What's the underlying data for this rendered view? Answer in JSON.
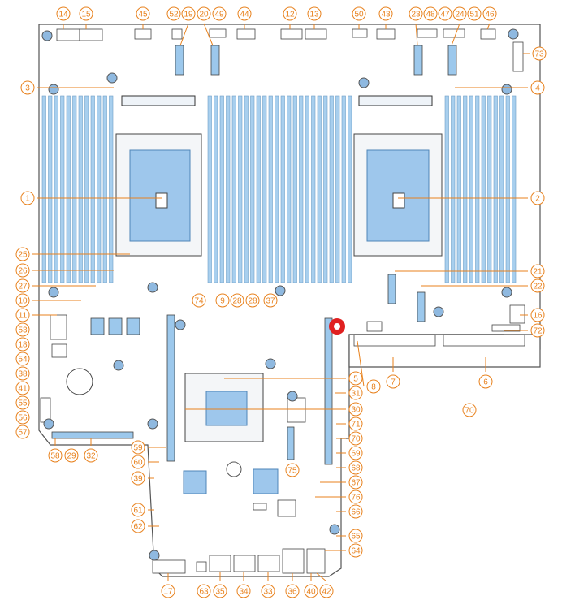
{
  "callouts": [
    {
      "id": "1",
      "label": "1"
    },
    {
      "id": "2",
      "label": "2"
    },
    {
      "id": "3",
      "label": "3"
    },
    {
      "id": "4",
      "label": "4"
    },
    {
      "id": "5",
      "label": "5"
    },
    {
      "id": "6",
      "label": "6"
    },
    {
      "id": "7",
      "label": "7"
    },
    {
      "id": "8",
      "label": "8"
    },
    {
      "id": "9",
      "label": "9"
    },
    {
      "id": "10",
      "label": "10"
    },
    {
      "id": "11",
      "label": "11"
    },
    {
      "id": "12",
      "label": "12"
    },
    {
      "id": "13",
      "label": "13"
    },
    {
      "id": "14",
      "label": "14"
    },
    {
      "id": "15",
      "label": "15"
    },
    {
      "id": "16",
      "label": "16"
    },
    {
      "id": "17",
      "label": "17"
    },
    {
      "id": "18",
      "label": "18"
    },
    {
      "id": "19",
      "label": "19"
    },
    {
      "id": "20",
      "label": "20"
    },
    {
      "id": "21",
      "label": "21"
    },
    {
      "id": "22",
      "label": "22"
    },
    {
      "id": "23",
      "label": "23"
    },
    {
      "id": "24",
      "label": "24"
    },
    {
      "id": "25",
      "label": "25"
    },
    {
      "id": "26",
      "label": "26"
    },
    {
      "id": "27",
      "label": "27"
    },
    {
      "id": "28a",
      "label": "28"
    },
    {
      "id": "28b",
      "label": "28"
    },
    {
      "id": "29",
      "label": "29"
    },
    {
      "id": "30",
      "label": "30"
    },
    {
      "id": "31",
      "label": "31"
    },
    {
      "id": "32",
      "label": "32"
    },
    {
      "id": "33",
      "label": "33"
    },
    {
      "id": "34",
      "label": "34"
    },
    {
      "id": "35",
      "label": "35"
    },
    {
      "id": "36",
      "label": "36"
    },
    {
      "id": "37",
      "label": "37"
    },
    {
      "id": "38",
      "label": "38"
    },
    {
      "id": "39",
      "label": "39"
    },
    {
      "id": "40",
      "label": "40"
    },
    {
      "id": "41",
      "label": "41"
    },
    {
      "id": "42",
      "label": "42"
    },
    {
      "id": "43",
      "label": "43"
    },
    {
      "id": "44",
      "label": "44"
    },
    {
      "id": "45",
      "label": "45"
    },
    {
      "id": "46",
      "label": "46"
    },
    {
      "id": "47",
      "label": "47"
    },
    {
      "id": "48",
      "label": "48"
    },
    {
      "id": "49",
      "label": "49"
    },
    {
      "id": "50",
      "label": "50"
    },
    {
      "id": "51",
      "label": "51"
    },
    {
      "id": "52",
      "label": "52"
    },
    {
      "id": "53",
      "label": "53"
    },
    {
      "id": "54",
      "label": "54"
    },
    {
      "id": "55",
      "label": "55"
    },
    {
      "id": "56",
      "label": "56"
    },
    {
      "id": "57",
      "label": "57"
    },
    {
      "id": "58",
      "label": "58"
    },
    {
      "id": "59",
      "label": "59"
    },
    {
      "id": "60",
      "label": "60"
    },
    {
      "id": "61",
      "label": "61"
    },
    {
      "id": "62",
      "label": "62"
    },
    {
      "id": "63",
      "label": "63"
    },
    {
      "id": "64",
      "label": "64"
    },
    {
      "id": "65",
      "label": "65"
    },
    {
      "id": "66",
      "label": "66"
    },
    {
      "id": "67",
      "label": "67"
    },
    {
      "id": "68",
      "label": "68"
    },
    {
      "id": "69",
      "label": "69"
    },
    {
      "id": "70a",
      "label": "70"
    },
    {
      "id": "70b",
      "label": "70"
    },
    {
      "id": "71",
      "label": "71"
    },
    {
      "id": "72",
      "label": "72"
    },
    {
      "id": "73",
      "label": "73"
    },
    {
      "id": "74",
      "label": "74"
    },
    {
      "id": "75",
      "label": "75"
    },
    {
      "id": "76",
      "label": "76"
    }
  ],
  "colors": {
    "callout": "#e8821e",
    "memory": "#a8cfee",
    "highlight": "#e02020"
  },
  "icons": {
    "highlight_marker": "red-gear-icon"
  }
}
